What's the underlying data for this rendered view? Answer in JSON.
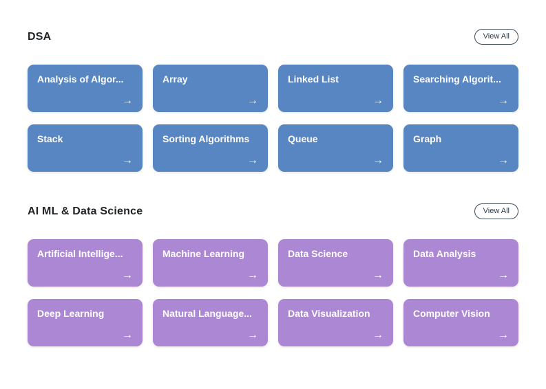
{
  "icons": {
    "arrow_right": "→"
  },
  "colors": {
    "page_background": "#ffffff",
    "heading_text": "#1f2326",
    "view_all_border": "#3b4a54",
    "card_text": "#ffffff",
    "dsa_card": "#5886c3",
    "aiml_card": "#ab87d4"
  },
  "sections": [
    {
      "title": "DSA",
      "view_all_label": "View All",
      "cards": [
        {
          "label": "Analysis of Algor..."
        },
        {
          "label": "Array"
        },
        {
          "label": "Linked List"
        },
        {
          "label": "Searching Algorit..."
        },
        {
          "label": "Stack"
        },
        {
          "label": "Sorting Algorithms"
        },
        {
          "label": "Queue"
        },
        {
          "label": "Graph"
        }
      ]
    },
    {
      "title": "AI ML & Data Science",
      "view_all_label": "View All",
      "cards": [
        {
          "label": "Artificial Intellige..."
        },
        {
          "label": "Machine Learning"
        },
        {
          "label": "Data Science"
        },
        {
          "label": "Data Analysis"
        },
        {
          "label": "Deep Learning"
        },
        {
          "label": "Natural Language..."
        },
        {
          "label": "Data Visualization"
        },
        {
          "label": "Computer Vision"
        }
      ]
    }
  ]
}
